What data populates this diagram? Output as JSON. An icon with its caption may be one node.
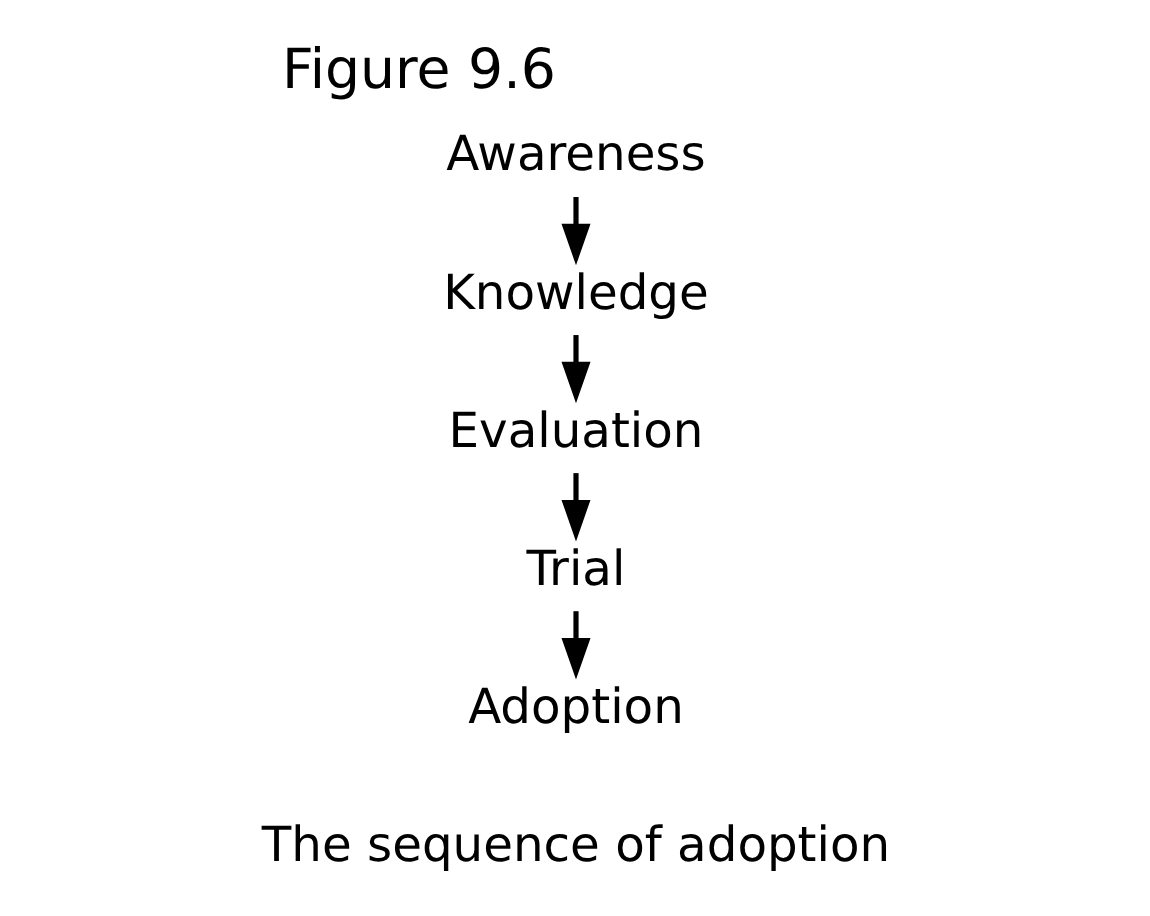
{
  "diagram": {
    "title": "Figure 9.6",
    "caption": "The sequence of adoption",
    "nodes": [
      {
        "text": [
          "Awareness"
        ]
      },
      {
        "text": [
          "Knowledge"
        ]
      },
      {
        "text": [
          "Evaluation"
        ]
      },
      {
        "text": [
          "Trial"
        ]
      },
      {
        "text": [
          "Adoption"
        ]
      }
    ],
    "edges": [
      {
        "from": 0,
        "to": 1,
        "arrow": "to"
      },
      {
        "from": 1,
        "to": 2,
        "arrow": "to"
      },
      {
        "from": 2,
        "to": 3,
        "arrow": "to"
      },
      {
        "from": 3,
        "to": 4,
        "arrow": "to"
      }
    ]
  }
}
